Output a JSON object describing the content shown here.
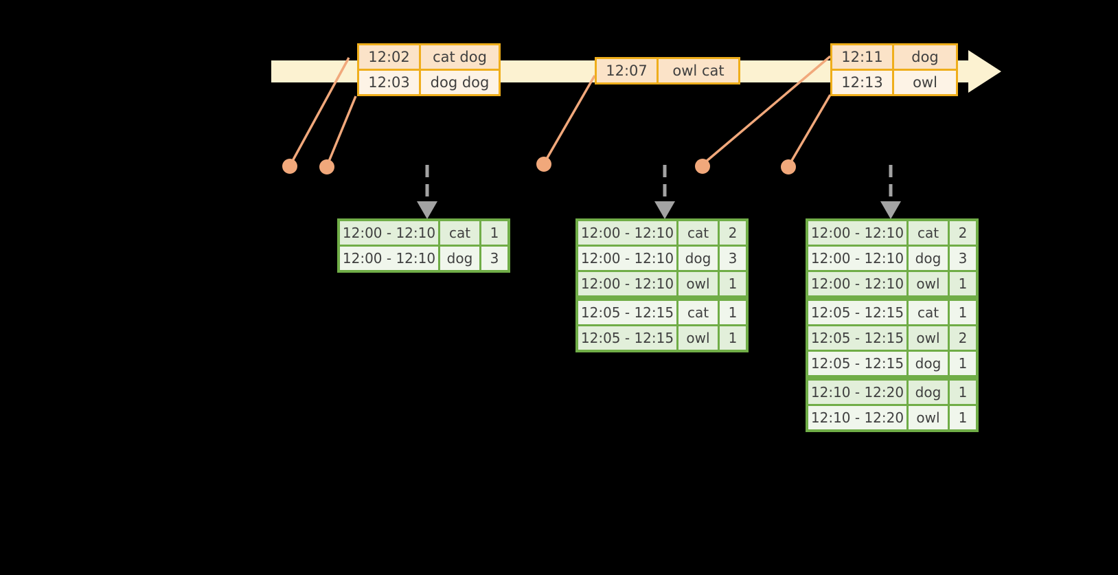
{
  "colors": {
    "background": "#000000",
    "timeline_band": "#fcf2d1",
    "event_box_border": "#efae1b",
    "event_row_dark": "#fbe3c8",
    "event_row_light": "#fdf3e6",
    "connector_salmon": "#f1a87b",
    "trigger_gray": "#a3a3a3",
    "table_green": "#70ad47",
    "table_row_dark": "#e2efda",
    "table_row_light": "#f0f6ec",
    "text": "#3f3f3f"
  },
  "events": [
    {
      "rows": [
        {
          "time": "12:02",
          "words": "cat dog"
        },
        {
          "time": "12:03",
          "words": "dog dog"
        }
      ]
    },
    {
      "rows": [
        {
          "time": "12:07",
          "words": "owl cat"
        }
      ]
    },
    {
      "rows": [
        {
          "time": "12:11",
          "words": "dog"
        },
        {
          "time": "12:13",
          "words": "owl"
        }
      ]
    }
  ],
  "result_tables": [
    {
      "rows": [
        {
          "window": "12:00 - 12:10",
          "word": "cat",
          "count": "1",
          "group": 0
        },
        {
          "window": "12:00 - 12:10",
          "word": "dog",
          "count": "3",
          "group": 0
        }
      ]
    },
    {
      "rows": [
        {
          "window": "12:00 - 12:10",
          "word": "cat",
          "count": "2",
          "group": 0
        },
        {
          "window": "12:00 - 12:10",
          "word": "dog",
          "count": "3",
          "group": 0
        },
        {
          "window": "12:00 - 12:10",
          "word": "owl",
          "count": "1",
          "group": 0
        },
        {
          "window": "12:05 - 12:15",
          "word": "cat",
          "count": "1",
          "group": 1
        },
        {
          "window": "12:05 - 12:15",
          "word": "owl",
          "count": "1",
          "group": 1
        }
      ]
    },
    {
      "rows": [
        {
          "window": "12:00 - 12:10",
          "word": "cat",
          "count": "2",
          "group": 0
        },
        {
          "window": "12:00 - 12:10",
          "word": "dog",
          "count": "3",
          "group": 0
        },
        {
          "window": "12:00 - 12:10",
          "word": "owl",
          "count": "1",
          "group": 0
        },
        {
          "window": "12:05 - 12:15",
          "word": "cat",
          "count": "1",
          "group": 1
        },
        {
          "window": "12:05 - 12:15",
          "word": "owl",
          "count": "2",
          "group": 1
        },
        {
          "window": "12:05 - 12:15",
          "word": "dog",
          "count": "1",
          "group": 1
        },
        {
          "window": "12:10 - 12:20",
          "word": "dog",
          "count": "1",
          "group": 2
        },
        {
          "window": "12:10 - 12:20",
          "word": "owl",
          "count": "1",
          "group": 2
        }
      ]
    }
  ]
}
